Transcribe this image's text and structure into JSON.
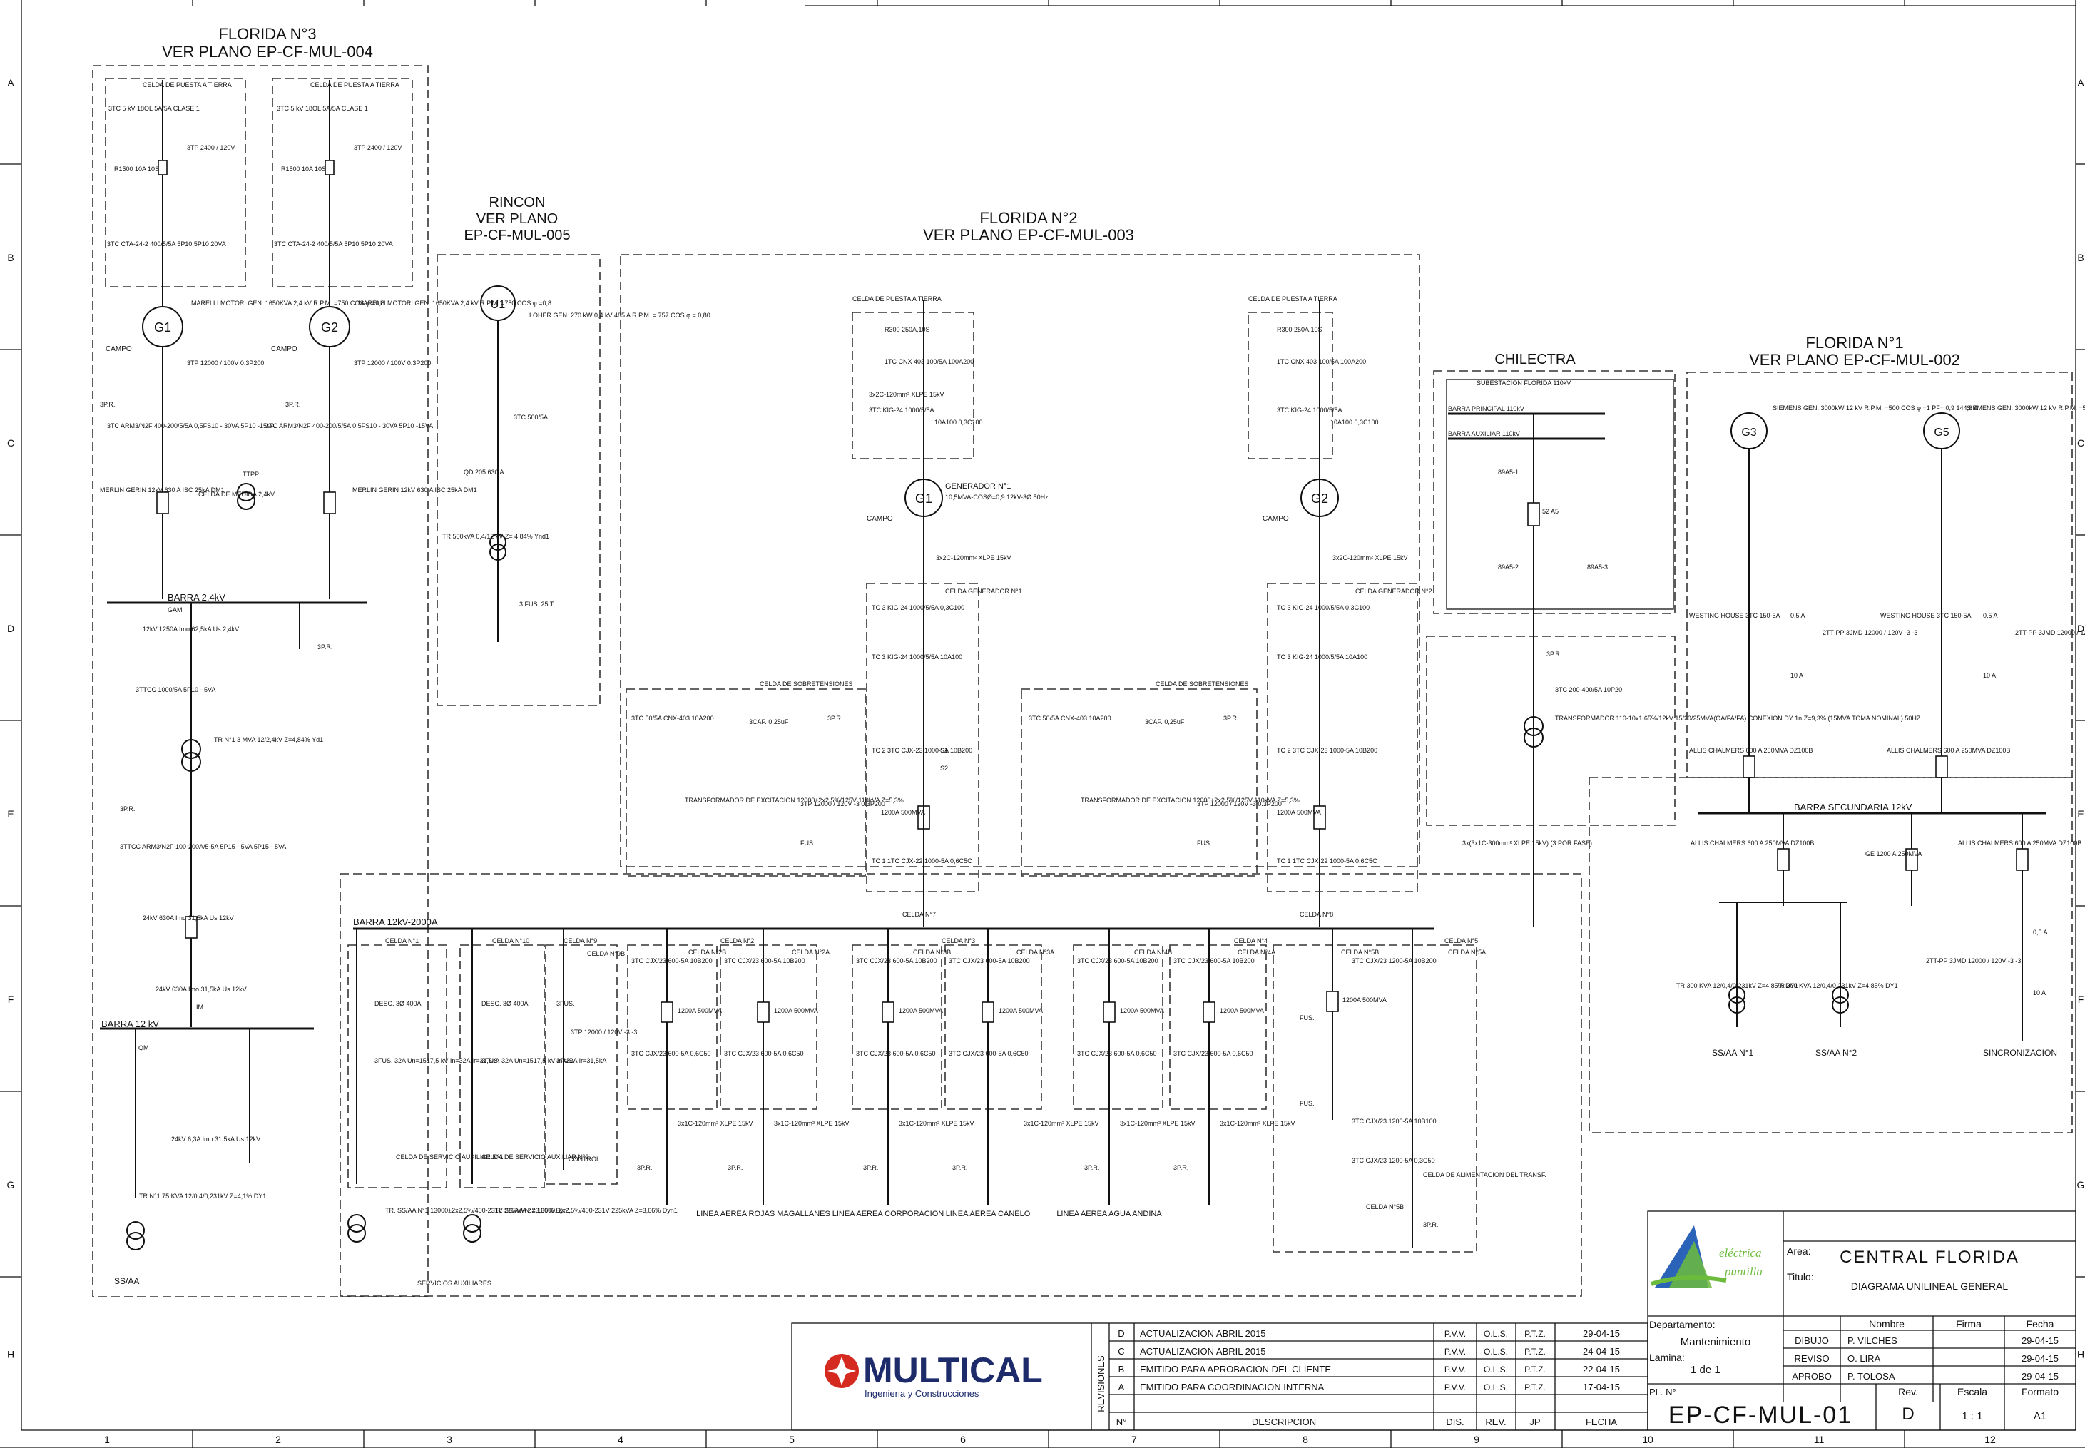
{
  "grid": {
    "rows": [
      "A",
      "B",
      "C",
      "D",
      "E",
      "F",
      "G",
      "H"
    ],
    "cols": [
      "1",
      "2",
      "3",
      "4",
      "5",
      "6",
      "7",
      "8",
      "9",
      "10",
      "11",
      "12"
    ]
  },
  "florida3": {
    "title": "FLORIDA N°3",
    "subtitle": "VER PLANO EP-CF-MUL-004",
    "ground_cell": "CELDA DE PUESTA A TIERRA",
    "g1": "G1",
    "g2": "G2",
    "campo": "CAMPO",
    "gen_spec": "MARELLI MOTORI GEN. 1650KVA 2,4 kV R.P.M. =750 COS φ =0,8",
    "ct1": "3TC 5 kV 18OL 5A/5A CLASE 1",
    "resistor": "R1500 10A 10S",
    "pt1": "3TP 2400 / 120V",
    "ct2": "3TC CTA-24-2 400/5/5A 5P10 5P10 20VA",
    "pt2": "3TP 12000 / 100V 0.3P200",
    "ct3": "3TC ARM3/N2F 400-200/5/5A 0,5FS10 - 30VA 5P10 -15VA",
    "breaker": "MERLIN GERIN 12kV 630 A ISC 25kA DM1",
    "measure_cell": "CELDA DE MEDIDA 2,4kV",
    "ttpp": "TTPP",
    "pr": "3P.R.",
    "bus24": "BARRA 2,4kV",
    "gam": "GAM",
    "sw24": "12kV 1250A Imo 62,5kA Us 2,4kV",
    "cttc1": "3TTCC 1000/5A 5P10 - 5VA",
    "tr1": "TR N°1 3 MVA 12/2,4kV Z=4,84% Yd1",
    "cttc2": "3TTCC ARM3/N2F 100-200A/5-5A 5P15 - 5VA 5P15 - 5VA",
    "brk12": "24kV 630A Imo 31,5kA Us 12kV",
    "sw12": "24kV 630A Imo 31,5kA Us 12kV",
    "im": "IM",
    "bus12": "BARRA 12 kV",
    "qm": "QM",
    "fuse": "24kV 6,3A Imo 31,5kA Us 12kV",
    "tr_aux": "TR N°1 75 KVA 12/0,4/0,231kV Z=4,1% DY1",
    "ssaa": "SS/AA"
  },
  "rincon": {
    "title": "RINCON",
    "sub1": "VER PLANO",
    "sub2": "EP-CF-MUL-005",
    "u1": "U1",
    "gen": "LOHER GEN. 270 kW 0,4 kV 485 A R.P.M. = 757 COS φ = 0,80",
    "ct": "3TC 500/5A",
    "brk": "QD 205 630 A",
    "tr": "TR 500kVA 0,4/12 kV Z= 4,84% Ynd1",
    "fus": "3 FUS. 25 T"
  },
  "florida2": {
    "title": "FLORIDA N°2",
    "subtitle": "VER PLANO EP-CF-MUL-003",
    "ground_cell": "CELDA DE PUESTA A TIERRA",
    "res": "R300 250A,10S",
    "ct_a": "1TC CNX 403 100/5A 100A200",
    "cable_a": "3x2C-120mm² XLPE 15kV",
    "ct_b": "3TC KIG-24 1000/5/5A",
    "ct_b2": "10A100 0,3C100",
    "gen1": "GENERADOR N°1",
    "gen1_spec": "10,5MVA-COSØ=0,9 12kV-3Ø 50Hz",
    "g1": "G1",
    "g2": "G2",
    "campo": "CAMPO",
    "cable_out": "3x2C-120mm² XLPE 15kV",
    "celda_g1": "CELDA GENERADOR N°1",
    "celda_g2": "CELDA GENERADOR N°2",
    "tc3a": "TC 3 KIG-24 1000/5/5A 0,3C100",
    "tc3b": "TC 3 KIG-24 1000/5/5A 10A100",
    "tc2": "TC 2 3TC CJX-23 1000-5A 10B200",
    "s1": "S1",
    "s2": "S2",
    "brk": "1200A 500MVA",
    "tc1": "TC 1 1TC CJX-22 1000-5A 0,6C5C",
    "surge": "CELDA DE SOBRETENSIONES",
    "surge_ct": "3TC 50/5A CNX-403 10A200",
    "cap": "3CAP. 0,25uF",
    "surge_pr": "3P.R.",
    "exc": "TRANSFORMADOR DE EXCITACION 12000±2x2,5%/125V 110kVA Z=5,3%",
    "exc_pt": "3TP 12000 / 120V -3 0.3P200",
    "fus": "FUS.",
    "celda_n7": "CELDA N°7",
    "celda_n8": "CELDA N°8"
  },
  "chilectra": {
    "title": "CHILECTRA",
    "sub": "SUBESTACION FLORIDA 110kV",
    "b1": "BARRA PRINCIPAL 110kV",
    "b2": "BARRA AUXILIAR 110kV",
    "s1": "89A5-1",
    "s2": "89A5-2",
    "s3": "89A5-3",
    "brk": "52 A5",
    "pr": "3P.R.",
    "ct": "3TC 200-400/5A 10P20",
    "tr": "TRANSFORMADOR 110-10x1,65%/12kV 15/20/25MVA(OA/FA/FA) CONEXION DY 1n Z=9,3% (15MVA TOMA NOMINAL) 50HZ",
    "cable": "3x(3x1C-300mm² XLPE 15kV) (3 POR FASE)"
  },
  "florida1": {
    "title": "FLORIDA N°1",
    "subtitle": "VER PLANO EP-CF-MUL-002",
    "g3": "G3",
    "g5": "G5",
    "gen": "SIEMENS GEN. 3000kW 12 kV R.P.M. =500 COS φ =1 PF= 0,9 144,6 A",
    "wh": "WESTING HOUSE 3TC 150-5A",
    "ct05": "0,5 A",
    "ct10": "10 A",
    "pt": "2TT-PP 3JMD 12000 / 120V -3 -3",
    "brk": "ALLIS CHALMERS 600 A 250MVA DZ100B",
    "bus": "BARRA SECUNDARIA 12kV",
    "ge": "GE 1200 A 250MVA",
    "tr": "TR 300 KVA 12/0,4/0,231kV Z=4,85% DY1",
    "ss1": "SS/AA N°1",
    "ss2": "SS/AA N°2",
    "sync": "SINCRONIZACION"
  },
  "bus12k": {
    "label": "BARRA 12kV-2000A",
    "c1": "CELDA N°1",
    "c10": "CELDA N°10",
    "c9": "CELDA N°9",
    "c9b": "CELDA N°9B",
    "control": "CONTROL",
    "desc": "DESC. 3Ø 400A",
    "fus": "3FUS. 32A Un=1517,5 kV In=32A Ir=31,5kA",
    "aux1": "CELDA DE SERVICIO AUXILIAR N°1",
    "aux2": "CELDA DE SERVICIO AUXILIAR N°2",
    "tr1": "TR. SS/AA N°1 13000±2x2,5%/400-231V 225kVA Z=3,66% Dyn1",
    "tr2": "TR. SS/AA N°2 13000±2x2,5%/400-231V 225kVA Z=3,66% Dyn1",
    "servicios": "SERVICIOS AUXILIARES",
    "fus3": "3FUS.",
    "pt": "3TP 12000 / 120V -3 -3",
    "c2": "CELDA N°2",
    "c2b": "CELDA N°2B",
    "c2a": "CELDA N°2A",
    "c3": "CELDA N°3",
    "c3b": "CELDA N°3B",
    "c3a": "CELDA N°3A",
    "c4": "CELDA N°4",
    "c4b": "CELDA N°4B",
    "c4a": "CELDA N°4A",
    "c5": "CELDA N°5",
    "c5b": "CELDA N°5B",
    "c5a": "CELDA N°5A",
    "ct_top": "3TC CJX/23 600-5A 10B200",
    "brk": "1200A 500MVA",
    "ct_bot": "3TC CJX/23 600-5A 0,6C50",
    "cable": "3x1C-120mm² XLPE 15kV",
    "pr": "3P.R.",
    "l1": "LINEA AEREA ROJAS MAGALLANES",
    "l2": "LINEA AEREA CORPORACION",
    "l3": "LINEA AEREA CANELO",
    "l4": "LINEA AEREA AGUA ANDINA",
    "alim": "CELDA DE ALIMENTACION DEL TRANSF.",
    "c5_ct": "3TC CJX/23 1200-5A 10B200",
    "c5_ct2": "3TC CJX/23 1200-5A 10B100",
    "c5_ct3": "3TC CJX/23 1200-5A 0,3C50"
  },
  "titleblock": {
    "area_label": "Area:",
    "area": "CENTRAL FLORIDA",
    "titulo_label": "Titulo:",
    "titulo": "DIAGRAMA UNILINEAL GENERAL",
    "depto_label": "Departamento:",
    "depto": "Mantenimiento",
    "lamina_label": "Lamina:",
    "lamina": "1 de 1",
    "plano_label": "PL. N°",
    "plano": "EP-CF-MUL-01",
    "rev_label": "Rev.",
    "rev": "D",
    "escala_label": "Escala",
    "escala": "1 : 1",
    "formato_label": "Formato",
    "formato": "A1",
    "logo_text1": "eléctrica",
    "logo_text2": "puntilla",
    "hdr_nombre": "Nombre",
    "hdr_firma": "Firma",
    "hdr_fecha": "Fecha",
    "people": [
      {
        "role": "DIBUJO",
        "name": "P. VILCHES",
        "date": "29-04-15"
      },
      {
        "role": "REVISO",
        "name": "O. LIRA",
        "date": "29-04-15"
      },
      {
        "role": "APROBO",
        "name": "P. TOLOSA",
        "date": "29-04-15"
      }
    ]
  },
  "revisions": {
    "side_label": "REVISIONES",
    "rows": [
      {
        "n": "D",
        "desc": "ACTUALIZACION ABRIL 2015",
        "dis": "P.V.V.",
        "rev": "O.L.S.",
        "jp": "P.T.Z.",
        "fecha": "29-04-15"
      },
      {
        "n": "C",
        "desc": "ACTUALIZACION ABRIL 2015",
        "dis": "P.V.V.",
        "rev": "O.L.S.",
        "jp": "P.T.Z.",
        "fecha": "24-04-15"
      },
      {
        "n": "B",
        "desc": "EMITIDO PARA APROBACION DEL CLIENTE",
        "dis": "P.V.V.",
        "rev": "O.L.S.",
        "jp": "P.T.Z.",
        "fecha": "22-04-15"
      },
      {
        "n": "A",
        "desc": "EMITIDO PARA COORDINACION INTERNA",
        "dis": "P.V.V.",
        "rev": "O.L.S.",
        "jp": "P.T.Z.",
        "fecha": "17-04-15"
      }
    ],
    "hdr": {
      "n": "N°",
      "desc": "DESCRIPCION",
      "dis": "DIS.",
      "rev": "REV.",
      "jp": "JP",
      "fecha": "FECHA"
    }
  },
  "multical": {
    "name": "MULTICAL",
    "tagline": "Ingenieria y Construcciones"
  },
  "colors": {
    "multical_red": "#d42a20",
    "multical_navy": "#1d2b6b",
    "logo_blue": "#2a63b8",
    "logo_green": "#6dbb3c"
  }
}
